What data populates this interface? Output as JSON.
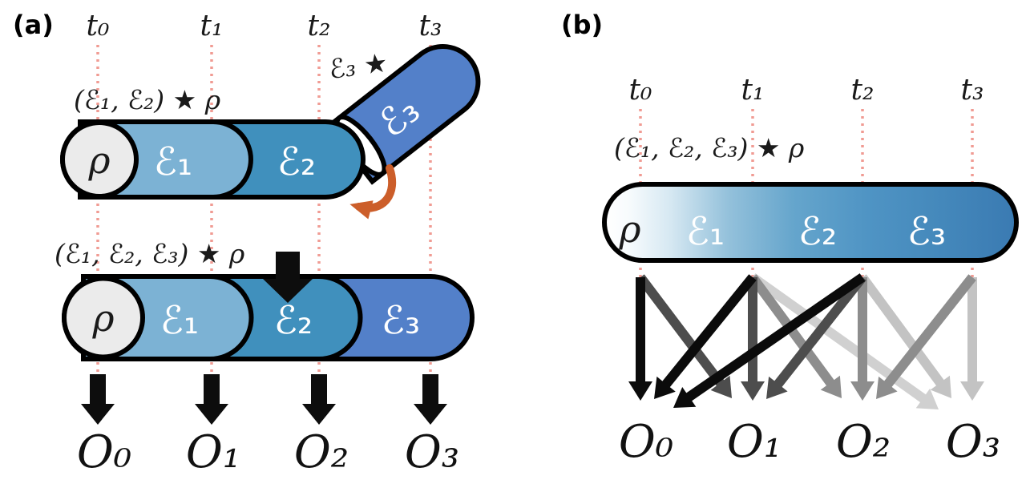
{
  "figure": {
    "colors": {
      "rho_fill": "#ebebeb",
      "map1_fill": "#7cb2d4",
      "map2_fill": "#4090bd",
      "map3_fill": "#5380c9",
      "outline": "#000000",
      "timeline_dotted": "#f09b93",
      "orange_arrow": "#cc5e2a",
      "block_arrow": "#0d0d0d",
      "segment_text": "#ffffff",
      "dark_text": "#1a1a1a"
    },
    "panel_a": {
      "label": "(a)",
      "time_labels": [
        "t₀",
        "t₁",
        "t₂",
        "t₃"
      ],
      "top_equation": "(ℰ₁, ℰ₂) ★ ρ",
      "detached_equation": "ℰ₃ ★",
      "bottom_equation": "(ℰ₁, ℰ₂, ℰ₃) ★ ρ",
      "top_cylinder_segments": [
        "ρ",
        "ℰ₁",
        "ℰ₂"
      ],
      "detached_segment": "ℰ₃",
      "bottom_cylinder_segments": [
        "ρ",
        "ℰ₁",
        "ℰ₂",
        "ℰ₃"
      ],
      "output_labels": [
        "O₀",
        "O₁",
        "O₂",
        "O₃"
      ]
    },
    "panel_b": {
      "label": "(b)",
      "time_labels": [
        "t₀",
        "t₁",
        "t₂",
        "t₃"
      ],
      "equation": "(ℰ₁, ℰ₂, ℰ₃) ★ ρ",
      "cylinder_segments": [
        "ρ",
        "ℰ₁",
        "ℰ₂",
        "ℰ₃"
      ],
      "output_labels": [
        "O₀",
        "O₁",
        "O₂",
        "O₃"
      ],
      "arrows": [
        {
          "from_time": 1,
          "to_output": 3,
          "color": "#d0d0d0"
        },
        {
          "from_time": 2,
          "to_output": 3,
          "color": "#c3c3c3"
        },
        {
          "from_time": 3,
          "to_output": 3,
          "color": "#c3c3c3"
        },
        {
          "from_time": 1,
          "to_output": 2,
          "color": "#8d8d8d"
        },
        {
          "from_time": 2,
          "to_output": 2,
          "color": "#8d8d8d"
        },
        {
          "from_time": 3,
          "to_output": 2,
          "color": "#8d8d8d"
        },
        {
          "from_time": 0,
          "to_output": 1,
          "color": "#4d4d4d"
        },
        {
          "from_time": 1,
          "to_output": 1,
          "color": "#4d4d4d"
        },
        {
          "from_time": 2,
          "to_output": 1,
          "color": "#4d4d4d"
        },
        {
          "from_time": 0,
          "to_output": 0,
          "color": "#0b0b0b"
        },
        {
          "from_time": 1,
          "to_output": 0,
          "color": "#0b0b0b"
        },
        {
          "from_time": 2,
          "to_output": 0,
          "color": "#0b0b0b"
        }
      ]
    }
  }
}
